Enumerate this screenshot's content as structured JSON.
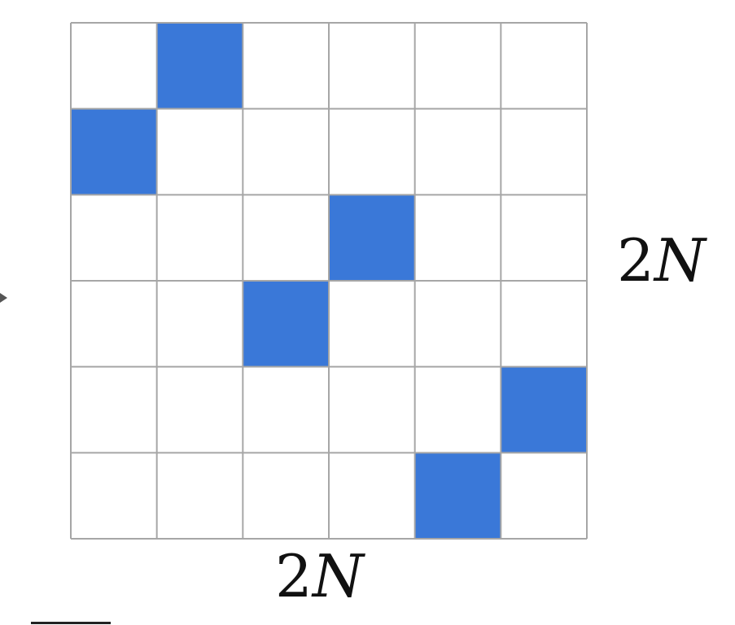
{
  "diagram": {
    "rows": 6,
    "cols": 6,
    "filled_cells": [
      {
        "row": 0,
        "col": 1
      },
      {
        "row": 1,
        "col": 0
      },
      {
        "row": 2,
        "col": 3
      },
      {
        "row": 3,
        "col": 2
      },
      {
        "row": 4,
        "col": 5
      },
      {
        "row": 5,
        "col": 4
      }
    ],
    "fill_color": "#3a78d8",
    "grid_color": "#a6a6a6",
    "background_color": "#ffffff",
    "label_right": {
      "num": "2",
      "var": "N"
    },
    "label_bottom": {
      "num": "2",
      "var": "N"
    }
  }
}
